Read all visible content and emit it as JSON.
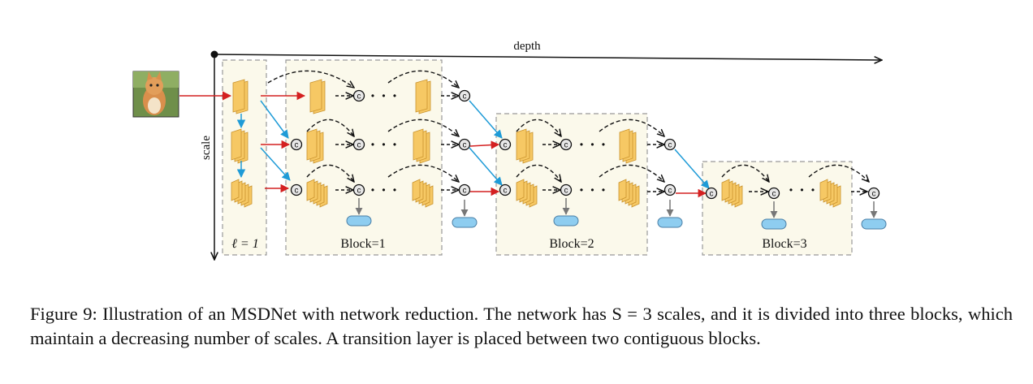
{
  "axes": {
    "depth_label": "depth",
    "scale_label": "scale"
  },
  "blocks": {
    "layer1_label": "ℓ = 1",
    "block1_label": "Block=1",
    "block2_label": "Block=2",
    "block3_label": "Block=3"
  },
  "concat_symbol": "c",
  "ellipsis": "• • •",
  "colors": {
    "block_fill": "#fbf9eb",
    "block_border": "#999999",
    "feature_map": "#f6c864",
    "feature_map_edge": "#c9922c",
    "classifier": "#8ecdf0",
    "downsample_arrow": "#1e9bd7",
    "input_arrow": "#d42020"
  },
  "caption": {
    "text": "Figure 9: Illustration of an MSDNet with network reduction. The network has S = 3 scales, and it is divided into three blocks, which maintain a decreasing number of scales. A transition layer is placed between two contiguous blocks."
  }
}
